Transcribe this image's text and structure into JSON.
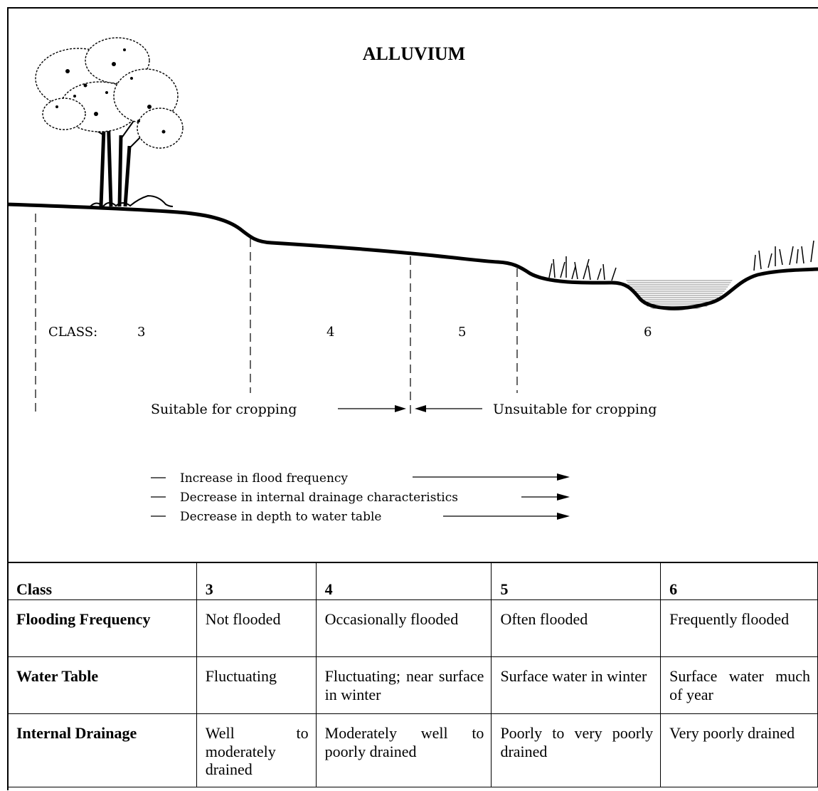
{
  "diagram": {
    "title": "ALLUVIUM",
    "class_label": "CLASS:",
    "class_numbers": [
      "3",
      "4",
      "5",
      "6"
    ],
    "suitable": "Suitable for cropping",
    "unsuitable": "Unsuitable for cropping",
    "legend": [
      "Increase in flood frequency",
      "Decrease in internal drainage characteristics",
      "Decrease in depth to water table"
    ]
  },
  "table": {
    "header": [
      "Class",
      "3",
      "4",
      "5",
      "6"
    ],
    "rows": [
      {
        "label": "Flooding Frequency",
        "cells": [
          "Not flooded",
          "Occasionally flooded",
          "Often flooded",
          "Frequently flooded"
        ]
      },
      {
        "label": "Water Table",
        "cells": [
          "Fluctuating",
          "Fluctuating; near surface in winter",
          "Surface water in winter",
          "Surface water much of year"
        ]
      },
      {
        "label": "Internal Drainage",
        "cells": [
          "Well to moderately drained",
          "Moderately well to poorly drained",
          "Poorly to very poorly drained",
          "Very poorly drained"
        ]
      }
    ]
  }
}
